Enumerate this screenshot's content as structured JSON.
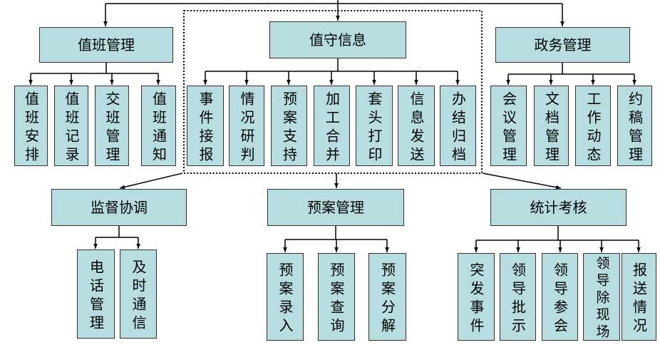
{
  "diagram": {
    "top_modules": [
      {
        "title": "值班管理",
        "children": [
          "值班安排",
          "值班记录",
          "交班管理",
          "值班通知"
        ]
      },
      {
        "title": "值守信息",
        "children": [
          "事件接报",
          "情况研判",
          "预案支持",
          "加工合并",
          "套头打印",
          "信息发送",
          "办结归档"
        ]
      },
      {
        "title": "政务管理",
        "children": [
          "会议管理",
          "文档管理",
          "工作动态",
          "约稿管理"
        ]
      }
    ],
    "bottom_modules": [
      {
        "title": "监督协调",
        "children": [
          "电话管理",
          "及时通信"
        ]
      },
      {
        "title": "预案管理",
        "children": [
          "预案录入",
          "预案查询",
          "预案分解"
        ]
      },
      {
        "title": "统计考核",
        "children": [
          "突发事件",
          "领导批示",
          "领导参会",
          "领导除现场",
          "报送情况"
        ]
      }
    ]
  },
  "colors": {
    "box_fill": "#b7dde1",
    "box_border": "#333333",
    "connector": "#000000"
  }
}
